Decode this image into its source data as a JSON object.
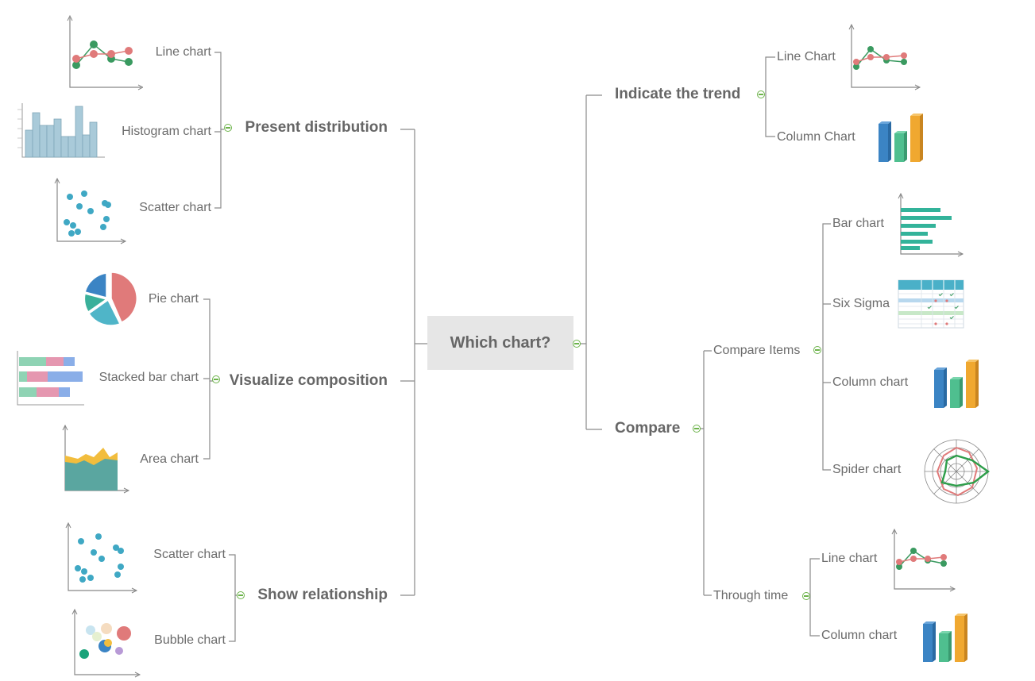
{
  "root": {
    "label": "Which chart?"
  },
  "left": {
    "present_distribution": {
      "label": "Present distribution",
      "items": [
        "Line chart",
        "Histogram chart",
        "Scatter chart"
      ]
    },
    "visualize_composition": {
      "label": "Visualize composition",
      "items": [
        "Pie chart",
        "Stacked bar chart",
        "Area chart"
      ]
    },
    "show_relationship": {
      "label": "Show relationship",
      "items": [
        "Scatter chart",
        "Bubble chart"
      ]
    }
  },
  "right": {
    "indicate_trend": {
      "label": "Indicate the trend",
      "items": [
        "Line Chart",
        "Column Chart"
      ]
    },
    "compare": {
      "label": "Compare",
      "compare_items": {
        "label": "Compare Items",
        "items": [
          "Bar chart",
          "Six Sigma",
          "Column chart",
          "Spider chart"
        ]
      },
      "through_time": {
        "label": "Through time",
        "items": [
          "Line chart",
          "Column chart"
        ]
      }
    }
  },
  "colors": {
    "connector": "#8a8a8a",
    "toggle": "#6cb34a",
    "root_bg": "#e6e6e6",
    "red": "#e07a7a",
    "green": "#3a9a60",
    "blue": "#3b84c4",
    "teal": "#4fb5c8",
    "orange": "#f0a830",
    "aqua": "#3ab09a"
  },
  "icons": [
    "line-chart-icon",
    "histogram-chart-icon",
    "scatter-chart-icon",
    "pie-chart-icon",
    "stacked-bar-chart-icon",
    "area-chart-icon",
    "bubble-chart-icon",
    "column-chart-icon",
    "bar-chart-icon",
    "six-sigma-icon",
    "spider-chart-icon"
  ]
}
